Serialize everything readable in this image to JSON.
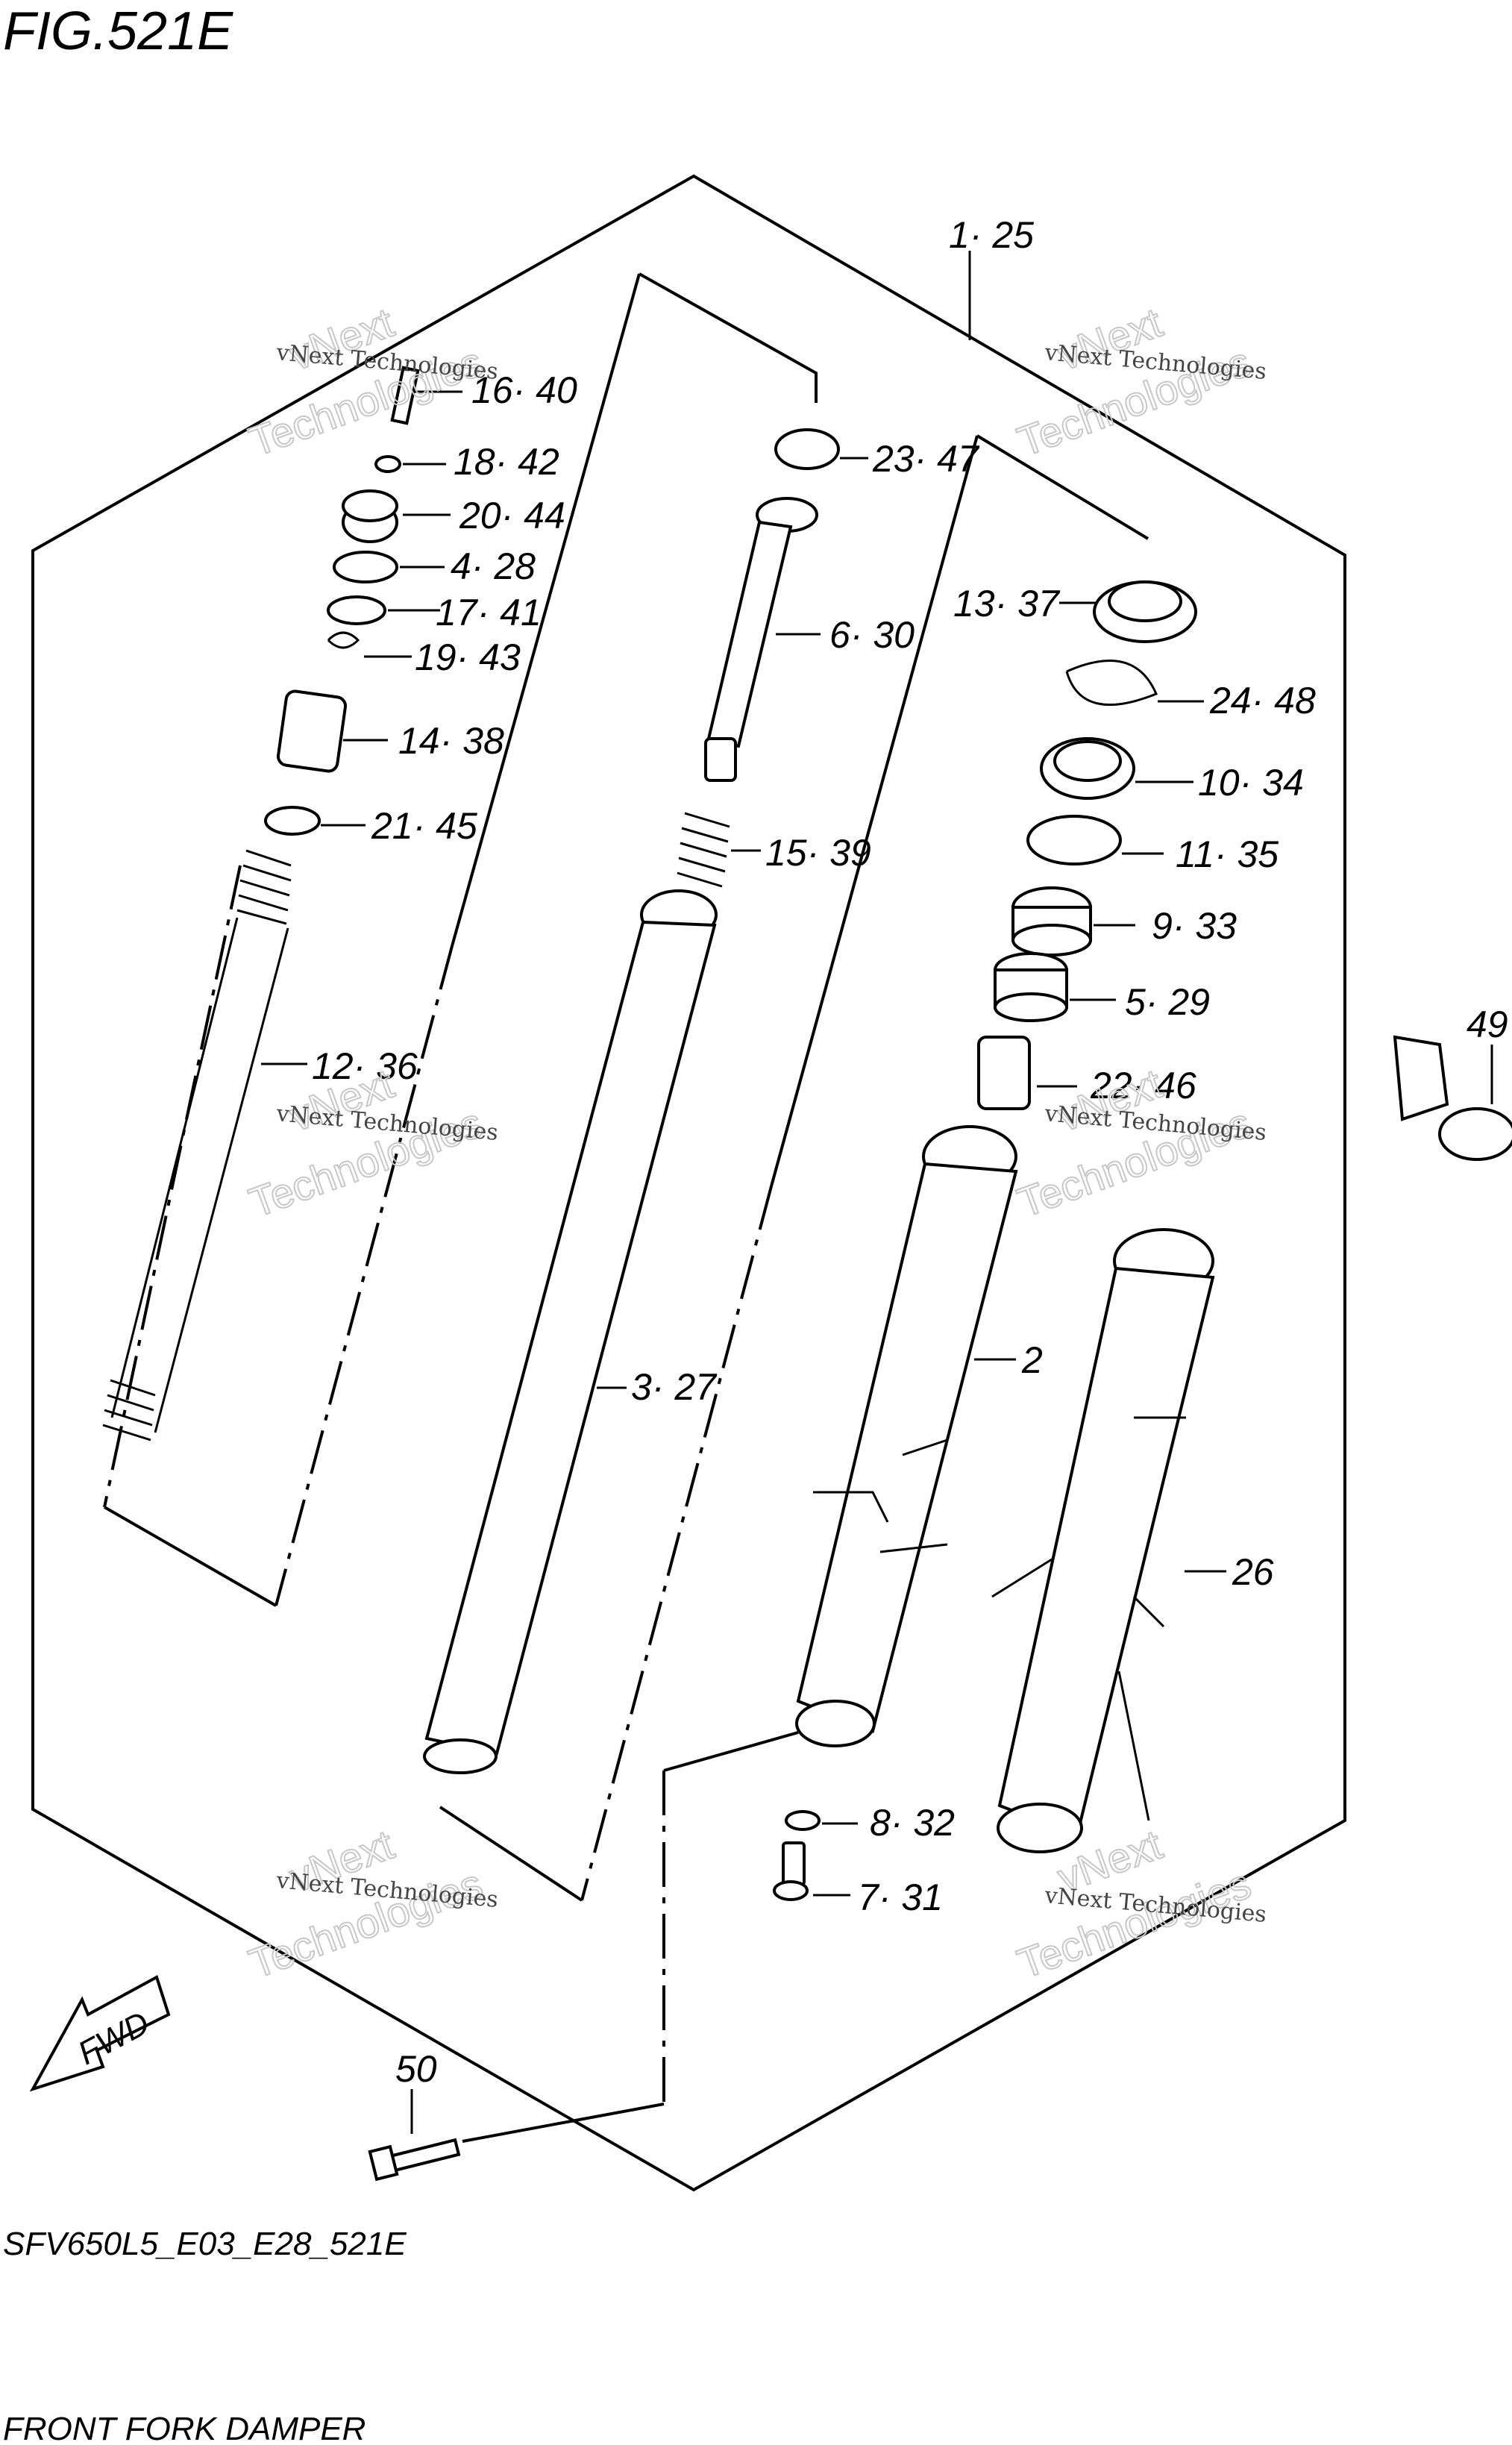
{
  "figure_title": "FIG.521E",
  "footer": {
    "code": "SFV650L5_E03_E28_521E",
    "name": "FRONT FORK DAMPER"
  },
  "fwd_label": "FWD",
  "watermark": {
    "small": "vNext Technologies",
    "big_top": "vNext",
    "big_bottom": "Technologies"
  },
  "callouts": {
    "c_1_25": "1· 25",
    "c_16_40": "16· 40",
    "c_18_42": "18· 42",
    "c_20_44": "20· 44",
    "c_4_28": "4· 28",
    "c_17_41": "17· 41",
    "c_19_43": "19· 43",
    "c_14_38": "14· 38",
    "c_21_45": "21· 45",
    "c_12_36": "12· 36",
    "c_23_47": "23· 47",
    "c_6_30": "6· 30",
    "c_15_39": "15· 39",
    "c_3_27": "3· 27",
    "c_13_37": "13· 37",
    "c_24_48": "24· 48",
    "c_10_34": "10· 34",
    "c_11_35": "11· 35",
    "c_9_33": "9· 33",
    "c_5_29": "5· 29",
    "c_22_46": "22· 46",
    "c_2": "2",
    "c_26": "26",
    "c_8_32": "8· 32",
    "c_7_31": "7· 31",
    "c_49": "49",
    "c_50": "50"
  }
}
